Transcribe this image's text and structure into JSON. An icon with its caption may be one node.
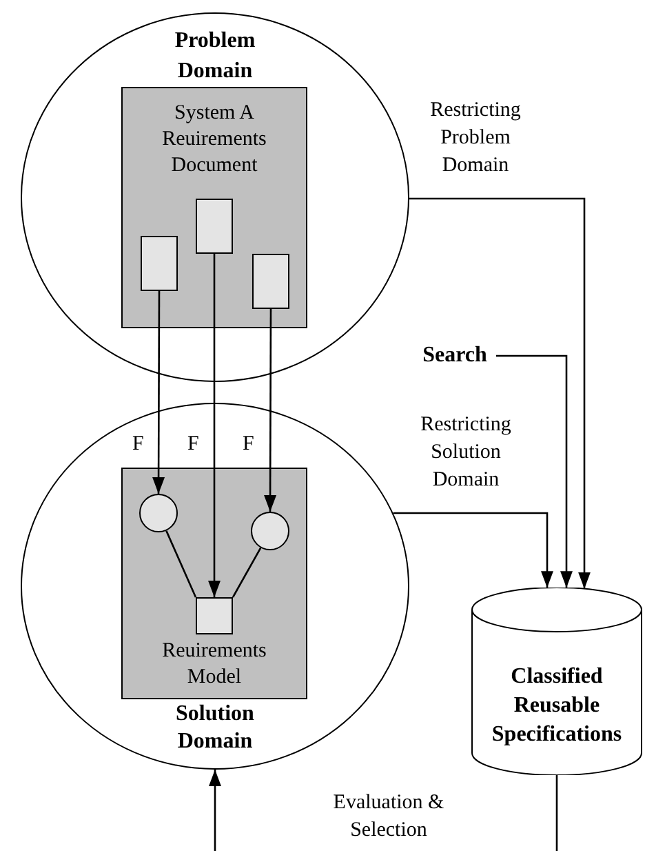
{
  "diagram": {
    "nodes": [
      {
        "text": [
          "Problem Domain"
        ]
      },
      {
        "text": [
          "System A Reuirements Document"
        ],
        "in": 0
      },
      {
        "text": [],
        "shape": "box",
        "in": 1
      },
      {
        "text": [],
        "shape": "box",
        "in": 1
      },
      {
        "text": [],
        "shape": "box",
        "in": 1
      },
      {
        "text": [
          "Solution Domain"
        ]
      },
      {
        "text": [
          "Reuirements Model"
        ],
        "in": 5
      },
      {
        "text": [],
        "shape": "circle",
        "in": 6
      },
      {
        "text": [],
        "shape": "circle",
        "in": 6
      },
      {
        "text": [],
        "shape": "box",
        "in": 6
      },
      {
        "text": [
          "Search"
        ]
      },
      {
        "text": [
          "Classified Reusable Specifications"
        ]
      }
    ],
    "edges": [
      {
        "from": 2,
        "to": 7,
        "arrow": "to",
        "label": "F"
      },
      {
        "from": 3,
        "to": 9,
        "arrow": "to",
        "label": "F"
      },
      {
        "from": 4,
        "to": 8,
        "arrow": "to",
        "label": "F"
      },
      {
        "from": 7,
        "to": 9,
        "arrow": "none"
      },
      {
        "from": 8,
        "to": 9,
        "arrow": "none"
      },
      {
        "from": 0,
        "to": 11,
        "arrow": "to",
        "label": "Restricting Problem Domain"
      },
      {
        "from": 10,
        "to": 11,
        "arrow": "to"
      },
      {
        "from": 5,
        "to": 11,
        "arrow": "to",
        "label": "Restricting Solution Domain"
      },
      {
        "from": 11,
        "to": null,
        "arrow": "none"
      },
      {
        "from": null,
        "to": 5,
        "arrow": "to"
      }
    ],
    "labels": [
      "Evaluation & Selection"
    ]
  }
}
